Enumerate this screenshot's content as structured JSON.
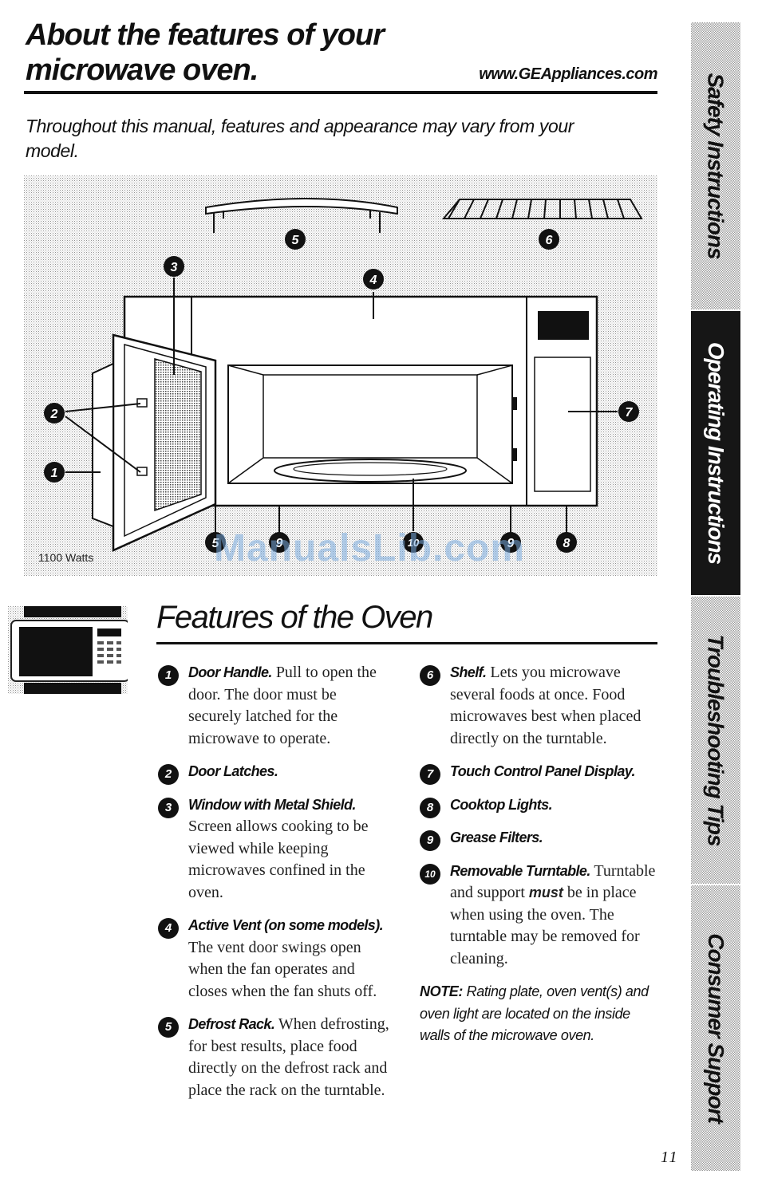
{
  "header": {
    "title_line1": "About the features of your",
    "title_line2": "microwave oven.",
    "url": "www.GEAppliances.com",
    "subtitle": "Throughout this manual, features and appearance may vary from your model."
  },
  "diagram": {
    "wattage_label": "1100 Watts",
    "callouts": [
      "1",
      "2",
      "3",
      "4",
      "5",
      "6",
      "7",
      "8",
      "9",
      "10"
    ],
    "watermark": "ManualsLib.com"
  },
  "section": {
    "title": "Features of the Oven"
  },
  "features_left": [
    {
      "num": "1",
      "name": "Door Handle.",
      "desc": "Pull to open the door. The door must be securely latched for the microwave to operate."
    },
    {
      "num": "2",
      "name": "Door Latches.",
      "desc": ""
    },
    {
      "num": "3",
      "name": "Window with Metal Shield.",
      "desc": "Screen allows cooking to be viewed while keeping microwaves confined in the oven."
    },
    {
      "num": "4",
      "name": "Active Vent (on some models).",
      "desc": "The vent door swings open when the fan operates and closes when the fan shuts off."
    },
    {
      "num": "5",
      "name": "Defrost Rack.",
      "desc": "When defrosting, for best results, place food directly on the defrost rack and place the rack on the turntable."
    }
  ],
  "features_right": [
    {
      "num": "6",
      "name": "Shelf.",
      "desc": "Lets you microwave several foods at once. Food microwaves best when placed directly on the turntable."
    },
    {
      "num": "7",
      "name": "Touch Control Panel Display.",
      "desc": ""
    },
    {
      "num": "8",
      "name": "Cooktop Lights.",
      "desc": ""
    },
    {
      "num": "9",
      "name": "Grease Filters.",
      "desc": ""
    },
    {
      "num": "10",
      "name": "Removable Turntable.",
      "desc_pre": "Turntable and support",
      "desc_em": "must",
      "desc_post": "be in place when using the oven. The turntable may be removed for cleaning."
    }
  ],
  "note": {
    "label": "NOTE:",
    "text": "Rating plate, oven vent(s) and oven light are located on the inside walls of the microwave oven."
  },
  "page_number": "11",
  "side_tabs": [
    {
      "label": "Safety Instructions",
      "active": false
    },
    {
      "label": "Operating Instructions",
      "active": true
    },
    {
      "label": "Troubleshooting Tips",
      "active": false
    },
    {
      "label": "Consumer Support",
      "active": false
    }
  ]
}
